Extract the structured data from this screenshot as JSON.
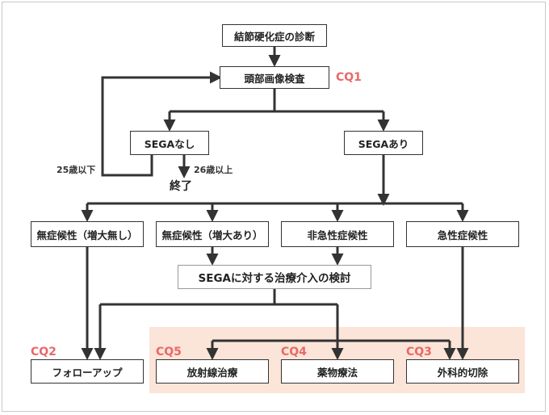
{
  "nodes": {
    "diagnosis": "結節硬化症の診断",
    "imaging": "頭部画像検査",
    "sega_none": "SEGAなし",
    "sega_present": "SEGAあり",
    "asym_no_growth": "無症候性（増大無し）",
    "asym_growth": "無症候性（増大あり）",
    "non_acute": "非急性症候性",
    "acute": "急性症候性",
    "sega_treatment": "SEGAに対する治療介入の検討",
    "follow_up": "フォローアップ",
    "radiotherapy": "放射線治療",
    "drug_therapy": "薬物療法",
    "surgery": "外科的切除"
  },
  "labels": {
    "age_under_25": "25歳以下",
    "age_over_26": "26歳以上",
    "end": "終了"
  },
  "cq": {
    "cq1": "CQ1",
    "cq2": "CQ2",
    "cq3": "CQ3",
    "cq4": "CQ4",
    "cq5": "CQ5"
  },
  "colors": {
    "line": "#333333",
    "cq_text": "#e96868",
    "highlight_bg": "#fbe4d8"
  }
}
